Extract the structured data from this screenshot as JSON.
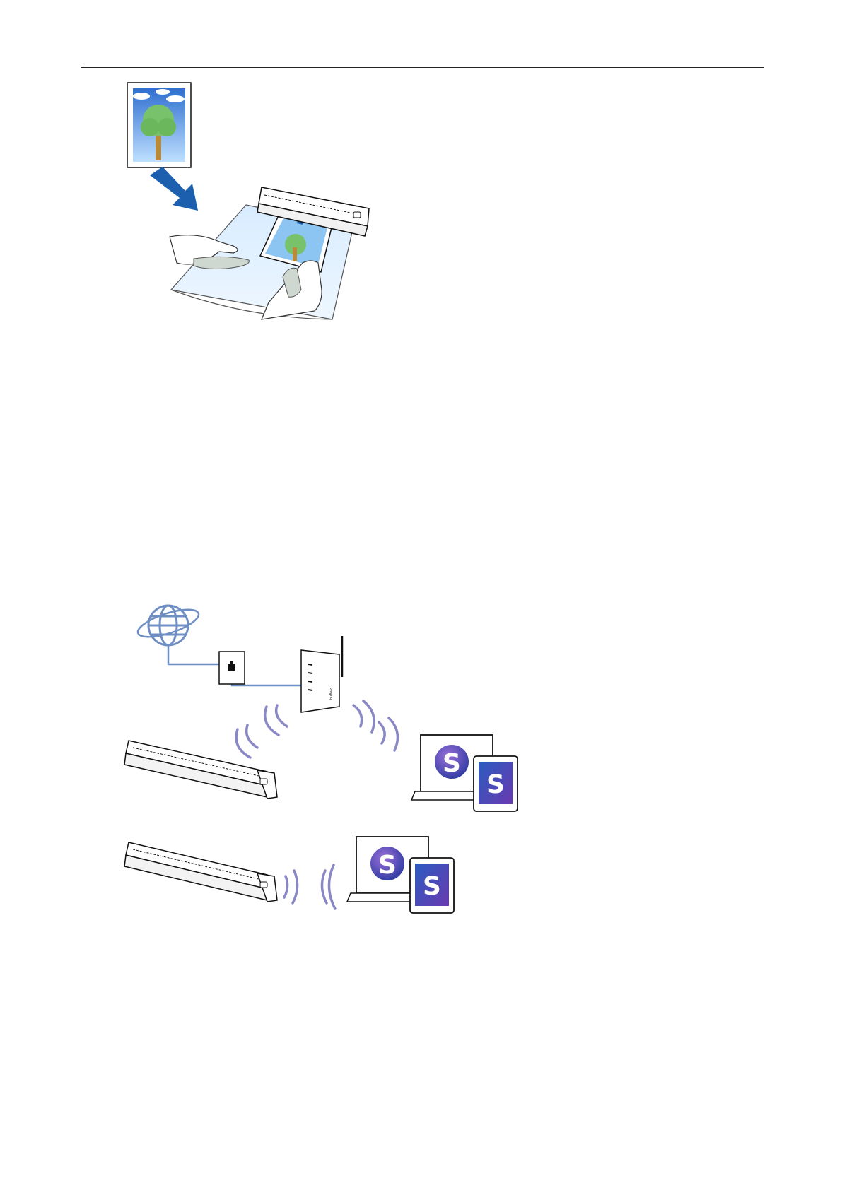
{
  "page": {
    "header_rule": true
  },
  "illustrations": {
    "carrier_sheet_scan": {
      "photo_icon": "photo-document-icon",
      "arrow_icon": "insert-arrow-icon",
      "scanner_icon": "portable-scanner-icon",
      "hands_icon": "hands-icon"
    },
    "access_point_connection": {
      "globe_icon": "internet-globe-icon",
      "wall_jack_icon": "lan-wall-jack-icon",
      "router_icon": "wireless-router-icon",
      "router_logo_text": "buffalo",
      "scanner_icon": "portable-scanner-icon",
      "computer_icon": "computer-scansnap-icon",
      "tablet_icon": "tablet-scansnap-icon",
      "app_letter": "S"
    },
    "direct_connection": {
      "scanner_icon": "portable-scanner-icon",
      "computer_icon": "computer-scansnap-icon",
      "tablet_icon": "tablet-scansnap-icon",
      "app_letter": "S"
    }
  },
  "colors": {
    "rule": "#222222",
    "arrow_blue": "#1b5fae",
    "sky_blue": "#3d7fd9",
    "tree_green": "#77c26a",
    "trunk": "#b88a3a",
    "network_line": "#6f8fc4",
    "wave": "#8a88c4",
    "globe": "#6f8fc4",
    "app_purple": "#5b3aa6",
    "app_blue": "#1f5fb5"
  }
}
